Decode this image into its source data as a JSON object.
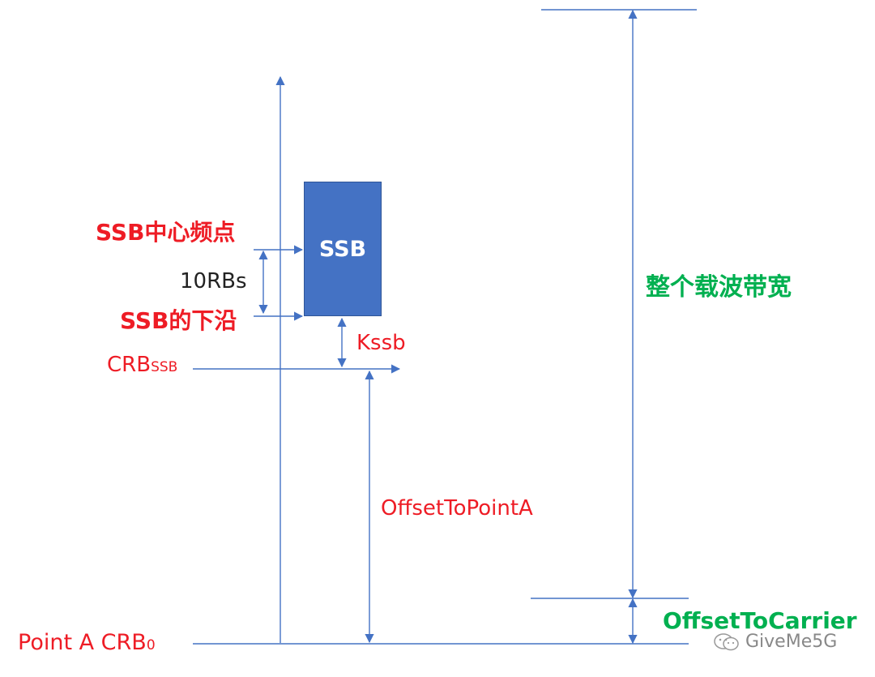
{
  "labels": {
    "ssb_box": "SSB",
    "ssb_center": "SSB中心频点",
    "ten_rbs": "10RBs",
    "ssb_lower_edge": "SSB的下沿",
    "kssb": "Kssb",
    "crb_ssb_main": "CRB",
    "crb_ssb_sub": "SSB",
    "offset_to_point_a": "OffsetToPointA",
    "point_a_main": "Point A CRB",
    "point_a_sub": "0",
    "carrier_bandwidth": "整个载波带宽",
    "offset_to_carrier": "OffsetToCarrier",
    "watermark": "GiveMe5G"
  },
  "colors": {
    "line": "#4472c4",
    "ssb_fill": "#4472c4",
    "label_red": "#ee1c25",
    "label_green": "#00b050",
    "watermark": "#888888"
  },
  "icons": {
    "watermark_icon": "wechat-icon"
  }
}
